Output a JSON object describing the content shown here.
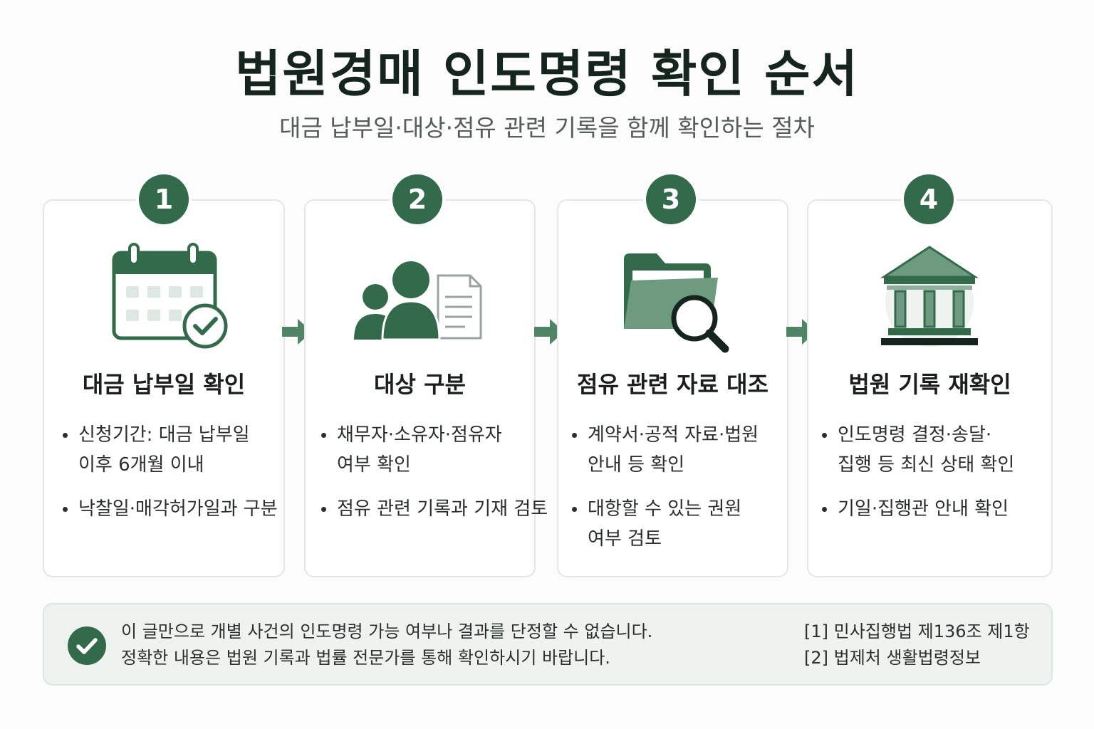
{
  "header": {
    "title": "법원경매 인도명령 확인 순서",
    "subtitle": "대금 납부일·대상·점유 관련 기록을 함께 확인하는 절차"
  },
  "steps": [
    {
      "number": "1",
      "icon": "calendar-check-icon",
      "title": "대금 납부일 확인",
      "bullets": [
        [
          "신청기간: 대금 납부일",
          "이후 6개월 이내"
        ],
        [
          "낙찰일·매각허가일과 구분"
        ]
      ]
    },
    {
      "number": "2",
      "icon": "people-document-icon",
      "title": "대상 구분",
      "bullets": [
        [
          "채무자·소유자·점유자",
          "여부 확인"
        ],
        [
          "점유 관련 기록과 기재 검토"
        ]
      ]
    },
    {
      "number": "3",
      "icon": "folder-search-icon",
      "title": "점유 관련 자료 대조",
      "bullets": [
        [
          "계약서·공적 자료·법원",
          "안내 등 확인"
        ],
        [
          "대항할 수 있는 권원",
          "여부 검토"
        ]
      ]
    },
    {
      "number": "4",
      "icon": "courthouse-icon",
      "title": "법원 기록 재확인",
      "bullets": [
        [
          "인도명령 결정·송달·",
          "집행 등 최신 상태 확인"
        ],
        [
          "기일·집행관 안내 확인"
        ]
      ]
    }
  ],
  "notice": {
    "icon": "check-circle-icon",
    "lines": [
      "이 글만으로 개별 사건의 인도명령 가능 여부나 결과를 단정할 수 없습니다.",
      "정확한 내용은 법원 기록과 법률 전문가를 통해 확인하시기 바랍니다."
    ],
    "references": [
      "[1] 민사집행법 제136조 제1항",
      "[2] 법제처 생활법령정보"
    ]
  },
  "colors": {
    "accent": "#336a4c",
    "accent_light": "#6e9a80",
    "accent_pale": "#c9d9cf",
    "card_border": "#e3e8e5",
    "notice_bg": "#eef3f0"
  }
}
